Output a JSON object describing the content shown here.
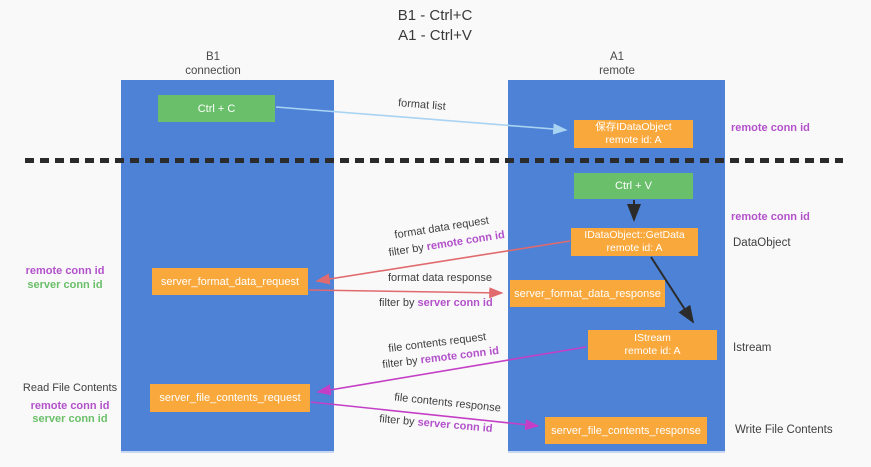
{
  "title": {
    "line1": "B1 - Ctrl+C",
    "line2": "A1 - Ctrl+V"
  },
  "columns": {
    "left": {
      "header_line1": "B1",
      "header_line2": "connection"
    },
    "right": {
      "header_line1": "A1",
      "header_line2": "remote"
    }
  },
  "boxes": {
    "ctrl_c": "Ctrl + C",
    "save_idataobject_line1": "保存IDataObject",
    "save_idataobject_line2": "remote id: A",
    "ctrl_v": "Ctrl + V",
    "getdata_line1": "IDataObject::GetData",
    "getdata_line2": "remote id: A",
    "server_format_data_request": "server_format_data_request",
    "server_format_data_response": "server_format_data_response",
    "istream_line1": "IStream",
    "istream_line2": "remote id: A",
    "server_file_contents_request": "server_file_contents_request",
    "server_file_contents_response": "server_file_contents_response"
  },
  "arrow_labels": {
    "format_list": "format list",
    "format_data_request": "format data request",
    "format_data_response": "format data response",
    "file_contents_request": "file contents request",
    "file_contents_response": "file contents response",
    "filter_by": "filter by ",
    "remote_conn_id": "remote conn id",
    "server_conn_id": "server conn id"
  },
  "side_labels": {
    "remote_conn_id": "remote conn id",
    "server_conn_id": "server conn id",
    "dataobject": "DataObject",
    "istream": "Istream",
    "read_file_contents": "Read File Contents",
    "write_file_contents": "Write File Contents"
  },
  "colors": {
    "column_blue": "#4d82d6",
    "box_green": "#6abf6a",
    "box_orange": "#f9a83c",
    "purple_text": "#b351cb",
    "green_text": "#6abf69",
    "red_arrow": "#e06a6e",
    "magenta_arrow": "#c43fc6",
    "light_blue_arrow": "#a9d3f2",
    "black_arrow": "#2b2b2b"
  }
}
